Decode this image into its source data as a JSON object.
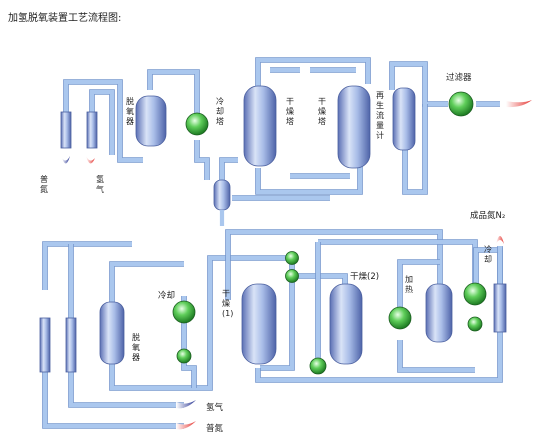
{
  "title": "加氢脱氧装置工艺流程图:",
  "top_section": {
    "inlet_normal_nitrogen": "普\n氮",
    "inlet_hydrogen": "氢\n气",
    "deoxygenator": "脱\n氧\n器",
    "cooling_tower": "冷\n却\n塔",
    "dryer_tower_1": "干\n燥\n塔",
    "dryer_tower_2": "干\n燥\n塔",
    "regen_flowmeter": "再\n生\n流\n量\n计",
    "filter": "过滤器"
  },
  "bottom_section": {
    "product_nitrogen": "成品氮N₂",
    "cooler": "冷\n却",
    "cooler_left": "冷却",
    "dryer_1": "干\n燥\n(1)",
    "dryer_2": "干燥(2)",
    "heater": "加\n热",
    "deoxygenator": "脱\n氧\n器",
    "inlet_hydrogen": "氢气",
    "inlet_normal_nitrogen": "普氮"
  },
  "colors": {
    "pipe": "#aac7ee",
    "vessel": "#8fa8dd",
    "valve_ball": "#4caf50",
    "flame_red": "#e53935",
    "flame_blue": "#3949ab"
  }
}
